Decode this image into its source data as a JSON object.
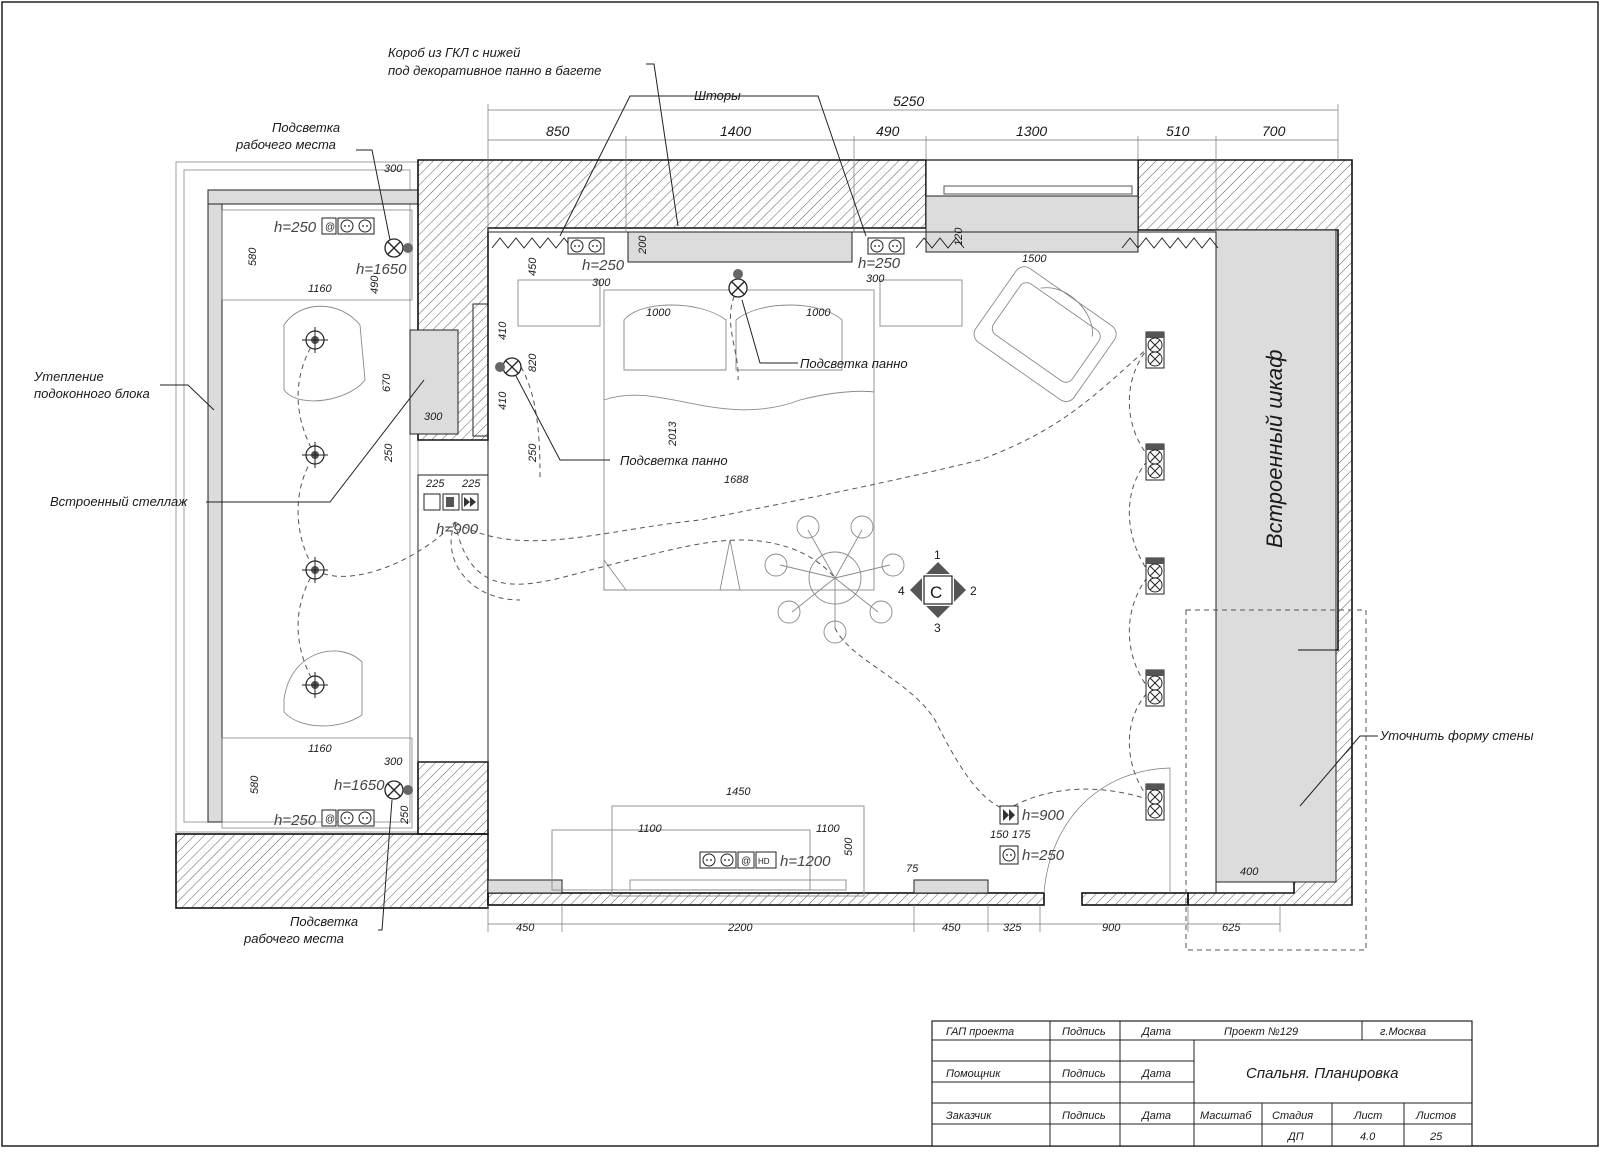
{
  "dims_top_overall": "5250",
  "dims_top": [
    "850",
    "1400",
    "490",
    "1300",
    "510",
    "700"
  ],
  "dims_bottom": [
    "450",
    "2200",
    "450",
    "325",
    "900",
    "625"
  ],
  "labels": {
    "korob_line1": "Короб из ГКЛ с нижей",
    "korob_line2": "под декоративное панно в багете",
    "shtory": "Шторы",
    "podsvetka_rm_top_1": "Подсветка",
    "podsvetka_rm_top_2": "рабочего места",
    "uteplenie_1": "Утепление",
    "uteplenie_2": "подоконного блока",
    "stellazh": "Встроенный стеллаж",
    "podsvetka_panno_1": "Подсветка панно",
    "podsvetka_panno_2": "Подсветка панно",
    "shkaf": "Встроенный шкаф",
    "utochnit": "Уточнить форму стены",
    "podsvetka_rm_bot_1": "Подсветка",
    "podsvetka_rm_bot_2": "рабочего места"
  },
  "heights": {
    "h250_a": "h=250",
    "h250_b": "h=250",
    "h250_c": "h=250",
    "h250_d": "h=250",
    "h250_e": "h=250",
    "h1650_a": "h=1650",
    "h1650_b": "h=1650",
    "h900_a": "h=900",
    "h900_b": "h=900",
    "h1200": "h=1200"
  },
  "dims_misc": {
    "d300_a": "300",
    "d580_a": "580",
    "d1160_a": "1160",
    "d490": "490",
    "d670": "670",
    "d300_b": "300",
    "d250_a": "250",
    "d225_a": "225",
    "d225_b": "225",
    "d410_a": "410",
    "d820": "820",
    "d410_b": "410",
    "d250_b": "250",
    "d450": "450",
    "d300_c": "300",
    "d200": "200",
    "d300_d": "300",
    "d120": "120",
    "d1500": "1500",
    "d1000_a": "1000",
    "d1000_b": "1000",
    "d2013": "2013",
    "d1688": "1688",
    "d1160_b": "1160",
    "d300_e": "300",
    "d580_b": "580",
    "d250_c": "250",
    "d1450": "1450",
    "d1100_a": "1100",
    "d1100_b": "1100",
    "d500": "500",
    "d75": "75",
    "d150": "150",
    "d175": "175",
    "d400": "400"
  },
  "compass": {
    "letter": "C",
    "n1": "1",
    "n2": "2",
    "n3": "3",
    "n4": "4"
  },
  "title_block": {
    "gap": "ГАП  проекта",
    "podpis1": "Подпись",
    "data1": "Дата",
    "pomoshnik": "Помощник",
    "podpis2": "Подпись",
    "data2": "Дата",
    "zakazchik": "Заказчик",
    "podpis3": "Подпись",
    "data3": "Дата",
    "proekt": "Проект №129",
    "gorod": "г.Москва",
    "title": "Спальня. Планировка",
    "masshtab": "Масштаб",
    "stadiya": "Стадия",
    "list": "Лист",
    "listov": "Листов",
    "stadiya_val": "ДП",
    "list_val": "4.0",
    "listov_val": "25"
  }
}
